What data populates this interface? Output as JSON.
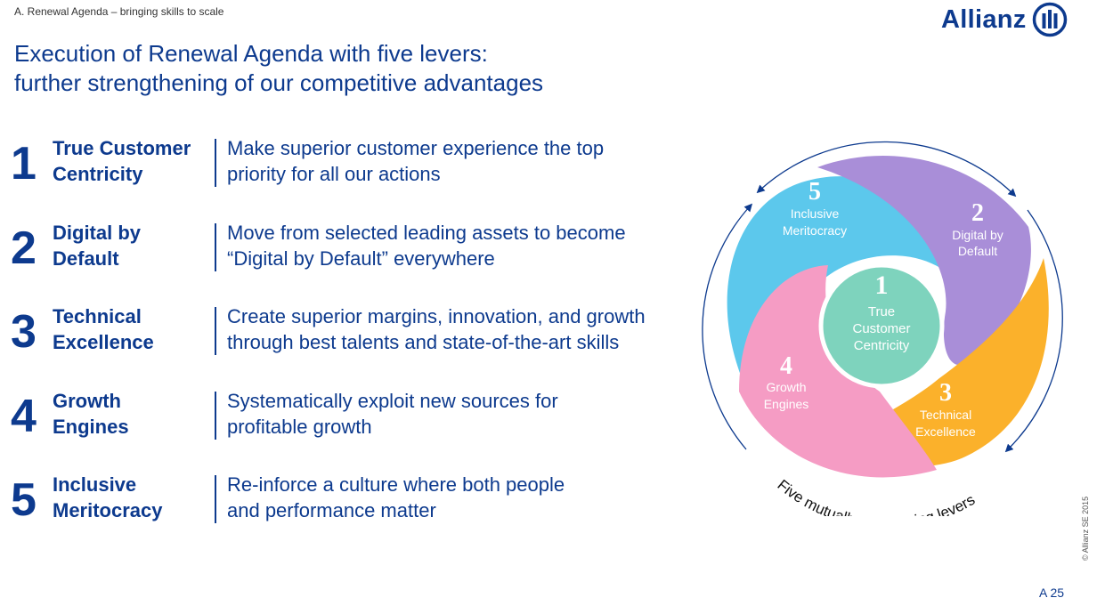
{
  "header": {
    "breadcrumb": "A. Renewal Agenda – bringing skills to scale",
    "logo_text": "Allianz",
    "title_line1": "Execution of Renewal Agenda with five levers:",
    "title_line2": "further strengthening of our competitive advantages"
  },
  "levers": [
    {
      "number": "1",
      "name_line1": "True Customer",
      "name_line2": "Centricity",
      "desc_line1": "Make superior customer experience the top",
      "desc_line2": "priority for all our actions"
    },
    {
      "number": "2",
      "name_line1": "Digital by",
      "name_line2": "Default",
      "desc_line1": "Move from selected leading assets to become",
      "desc_line2": "“Digital by Default” everywhere"
    },
    {
      "number": "3",
      "name_line1": "Technical",
      "name_line2": "Excellence",
      "desc_line1": "Create superior margins, innovation, and growth",
      "desc_line2": "through best talents and state-of-the-art skills"
    },
    {
      "number": "4",
      "name_line1": "Growth",
      "name_line2": "Engines",
      "desc_line1": "Systematically exploit new sources for",
      "desc_line2": "profitable growth"
    },
    {
      "number": "5",
      "name_line1": "Inclusive",
      "name_line2": "Meritocracy",
      "desc_line1": "Re-inforce a culture where both people",
      "desc_line2": "and performance matter"
    }
  ],
  "diagram": {
    "center": {
      "number": "1",
      "line1": "True",
      "line2": "Customer",
      "line3": "Centricity",
      "color": "#7ed3bd"
    },
    "segments": [
      {
        "number": "5",
        "line1": "Inclusive",
        "line2": "Meritocracy",
        "color": "#5cc8ec"
      },
      {
        "number": "2",
        "line1": "Digital by",
        "line2": "Default",
        "color": "#a98ed8"
      },
      {
        "number": "3",
        "line1": "Technical",
        "line2": "Excellence",
        "color": "#fbb12b"
      },
      {
        "number": "4",
        "line1": "Growth",
        "line2": "Engines",
        "color": "#f59cc4"
      }
    ],
    "caption": "Five mutually re-inforcing levers",
    "ring_color": "#0d3a8e"
  },
  "footer": {
    "copyright": "© Allianz SE 2015",
    "page_number": "A 25"
  }
}
